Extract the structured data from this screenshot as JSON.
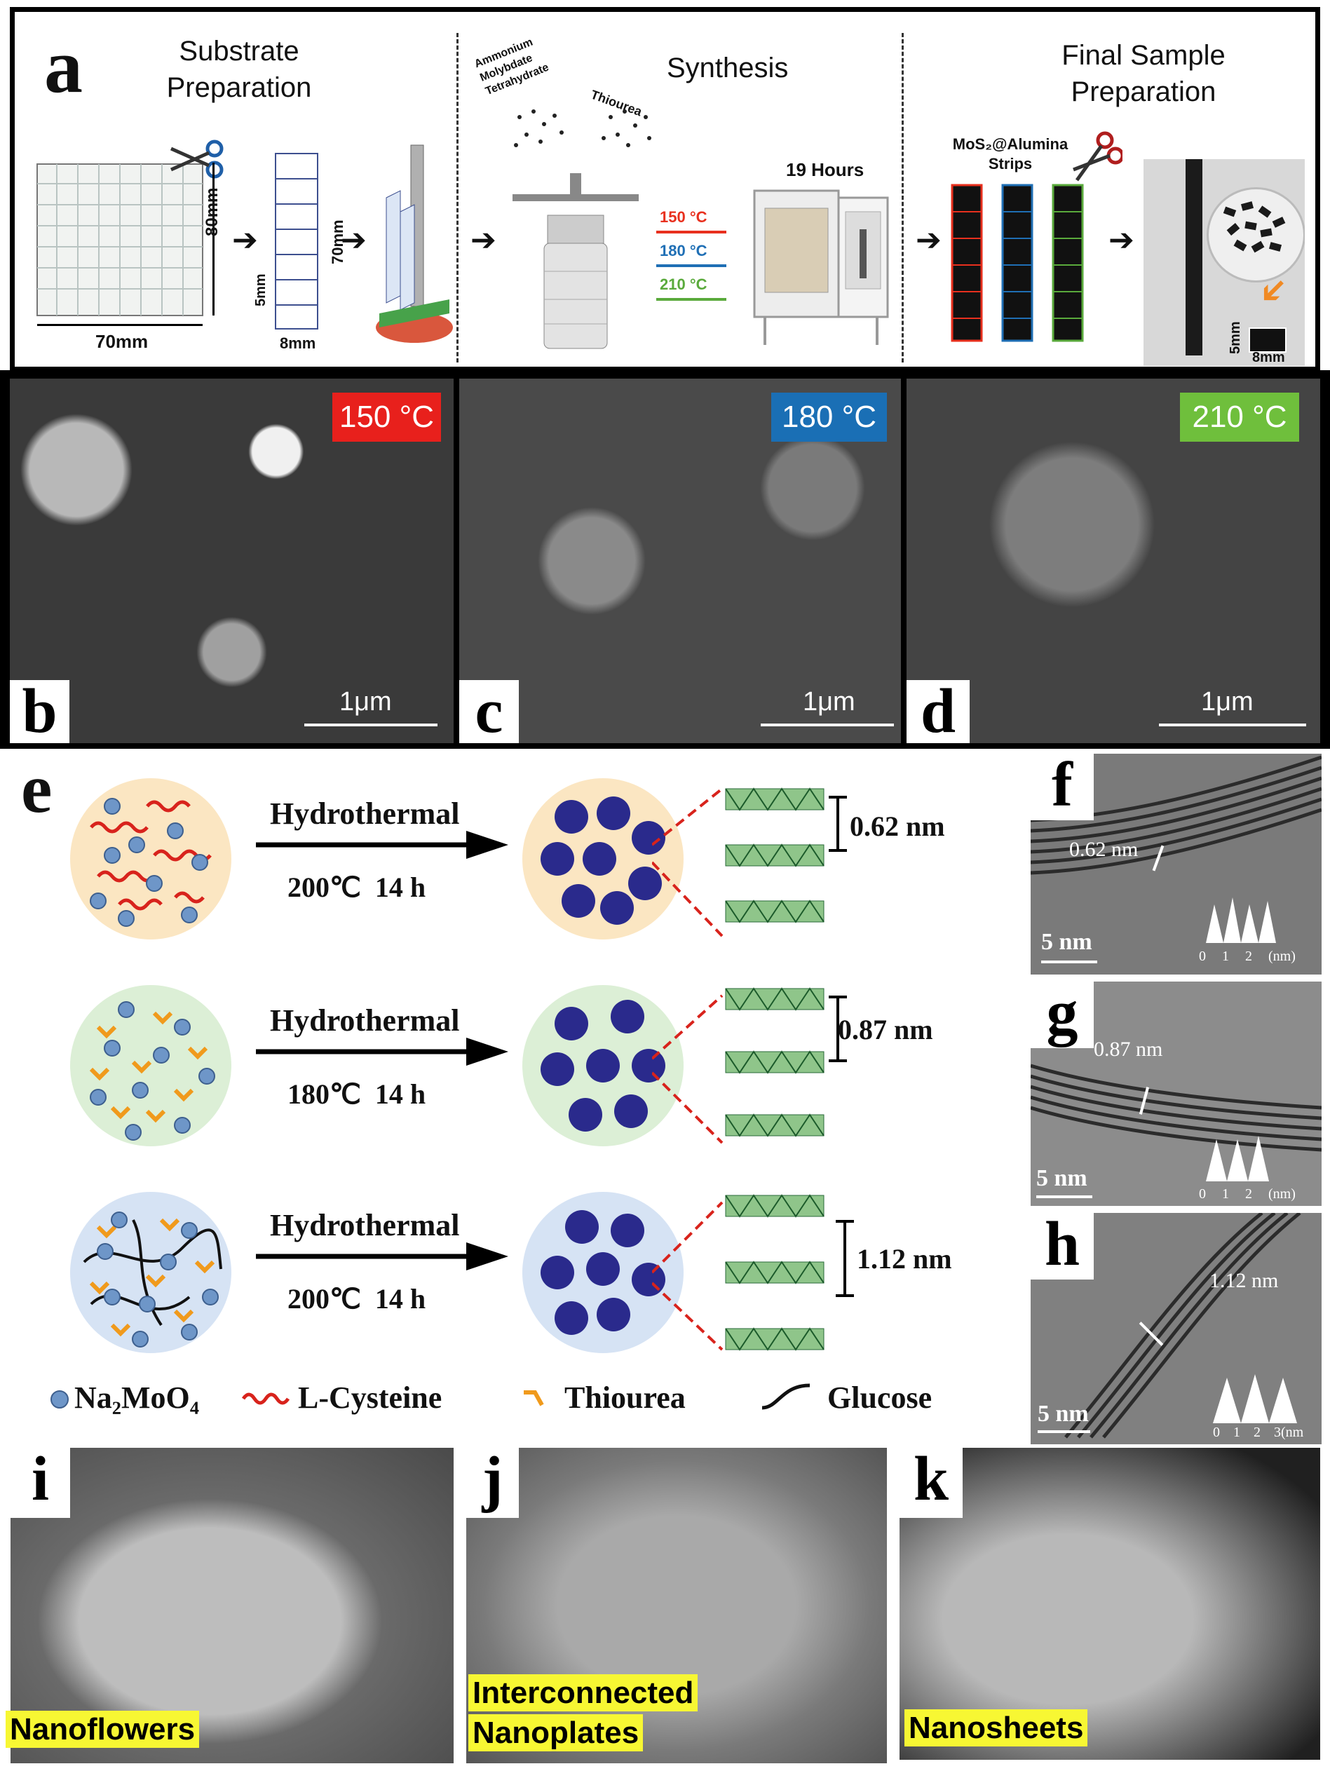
{
  "panel_a": {
    "label": "a",
    "sections": {
      "substrate": "Substrate Preparation",
      "synthesis": "Synthesis",
      "final": "Final Sample Preparation"
    },
    "dims": {
      "w70": "70mm",
      "h80": "80mm",
      "h70": "70mm",
      "w8": "8mm",
      "h5": "5mm"
    },
    "reagents": {
      "ammonium": "Ammonium Molybdate Tetrahydrate",
      "thiourea": "Thiourea"
    },
    "temps": [
      {
        "label": "150 °C",
        "color": "#e8301e"
      },
      {
        "label": "180 °C",
        "color": "#1f6fb5"
      },
      {
        "label": "210 °C",
        "color": "#5aaa3c"
      }
    ],
    "duration": "19 Hours",
    "strips_label": "MoS₂@Alumina Strips",
    "sample": {
      "h": "5mm",
      "w": "8mm"
    }
  },
  "sem_top": [
    {
      "label": "b",
      "temp": "150 °C",
      "badge_color": "#e8201c",
      "scale": "1μm"
    },
    {
      "label": "c",
      "temp": "180 °C",
      "badge_color": "#1a6fb5",
      "scale": "1μm"
    },
    {
      "label": "d",
      "temp": "210 °C",
      "badge_color": "#6fbf3c",
      "scale": "1μm"
    }
  ],
  "panel_e": {
    "label": "e",
    "rows": [
      {
        "process": "Hydrothermal",
        "condition": "200℃  14 h",
        "spacing": "0.62 nm",
        "bg": "#fbe6c2"
      },
      {
        "process": "Hydrothermal",
        "condition": "180℃  14 h",
        "spacing": "0.87 nm",
        "bg": "#dcefd6"
      },
      {
        "process": "Hydrothermal",
        "condition": "200℃  14 h",
        "spacing": "1.12 nm",
        "bg": "#d6e3f4"
      }
    ],
    "legend": {
      "na2moo4": "Na₂MoO₄",
      "cysteine": "L-Cysteine",
      "thiourea": "Thiourea",
      "glucose": "Glucose"
    }
  },
  "tem": [
    {
      "label": "f",
      "spacing": "0.62 nm",
      "scale": "5 nm",
      "axis": "0 1 2 (nm)"
    },
    {
      "label": "g",
      "spacing": "0.87 nm",
      "scale": "5 nm",
      "axis": "0 1 2 (nm)"
    },
    {
      "label": "h",
      "spacing": "1.12 nm",
      "scale": "5 nm",
      "axis": "0 1 2 3(nm"
    }
  ],
  "sem_bottom": [
    {
      "label": "i",
      "caption": "Nanoflowers"
    },
    {
      "label": "j",
      "caption_1": "Interconnected",
      "caption_2": "Nanoplates"
    },
    {
      "label": "k",
      "caption": "Nanosheets"
    }
  ]
}
